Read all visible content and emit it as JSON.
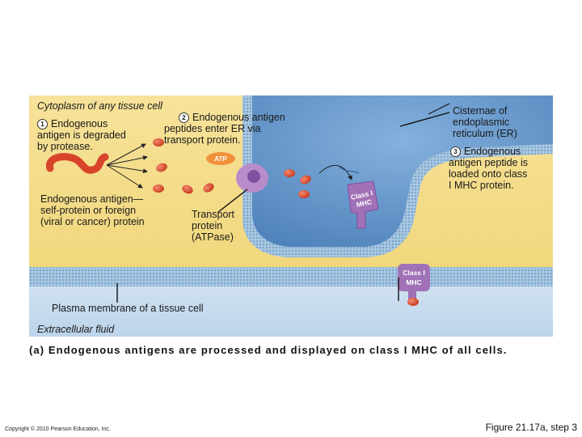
{
  "panel": {
    "cytoplasm_label": "Cytoplasm of any tissue cell",
    "extracellular_label": "Extracellular fluid",
    "plasma_membrane_label": "Plasma membrane of a tissue cell"
  },
  "steps": [
    {
      "number": "1",
      "lines": [
        "Endogenous",
        "antigen is degraded",
        "by protease."
      ]
    },
    {
      "number": "2",
      "lines": [
        "Endogenous antigen",
        "peptides enter ER via",
        "transport protein."
      ]
    },
    {
      "number": "3",
      "lines": [
        "Endogenous",
        "antigen peptide is",
        "loaded onto class",
        "I MHC protein."
      ]
    }
  ],
  "labels": {
    "antigen_source": [
      "Endogenous antigen—",
      "self-protein or foreign",
      "(viral or cancer) protein"
    ],
    "transport_protein": [
      "Transport",
      "protein",
      "(ATPase)"
    ],
    "er": [
      "Cisternae of",
      "endoplasmic",
      "reticulum (ER)"
    ],
    "atp": "ATP",
    "class_mhc_er": [
      "Class I",
      "MHC"
    ],
    "class_mhc_membrane": [
      "Class I",
      "MHC"
    ]
  },
  "caption": "(a) Endogenous antigens are processed and displayed on class I MHC of all cells.",
  "copyright": "Copyright © 2010 Pearson Education, Inc.",
  "figure_ref": "Figure 21.17a, step 3",
  "colors": {
    "cytoplasm": "#f5df8e",
    "er_lumen": "#6b9ccf",
    "membrane": "#8db7d9",
    "extracellular": "#c8dcee",
    "protein_red": "#e0533d",
    "mhc_purple": "#a071b6"
  }
}
